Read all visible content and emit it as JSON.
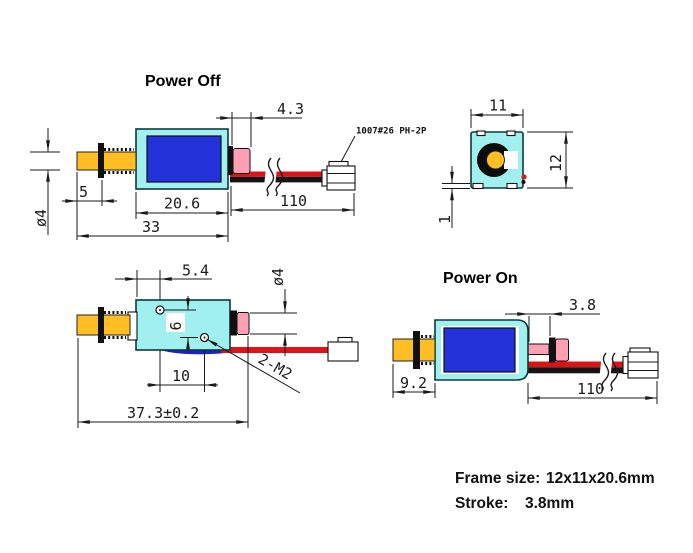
{
  "power_off": {
    "title": "Power Off",
    "wire_label": "1007#26 PH-2P",
    "dim_cap": "4.3",
    "dim_plunger_exposed": "5",
    "dim_plunger_dia": "ø4",
    "dim_body_length": "20.6",
    "dim_overall": "33",
    "dim_wire_length": "110"
  },
  "end_view": {
    "dim_width": "11",
    "dim_height": "12",
    "dim_tab_thickness": "1"
  },
  "top_view": {
    "dim_hole_from_edge": "5.4",
    "dim_cap_dia": "ø4",
    "dim_hole_offset": "6",
    "dim_hole_spacing": "10",
    "dim_thread_callout": "2-M2",
    "dim_overall": "37.3±0.2"
  },
  "power_on": {
    "title": "Power On",
    "dim_stroke": "3.8",
    "dim_plunger_exposed": "9.2",
    "dim_wire_length": "110"
  },
  "specs": {
    "frame_size_label": "Frame size:",
    "frame_size_value": "12x11x20.6mm",
    "stroke_label": "Stroke:",
    "stroke_value": "3.8mm"
  },
  "colors": {
    "frame_cyan": "#9ff0ee",
    "coil_blue": "#2433d9",
    "plunger_yellow": "#ffbe23",
    "cap_pink": "#ff9fb4",
    "wire_red": "#dd1414",
    "wire_black": "#141414",
    "wire_blue": "#1a20c8",
    "line": "#1a1a1a"
  }
}
